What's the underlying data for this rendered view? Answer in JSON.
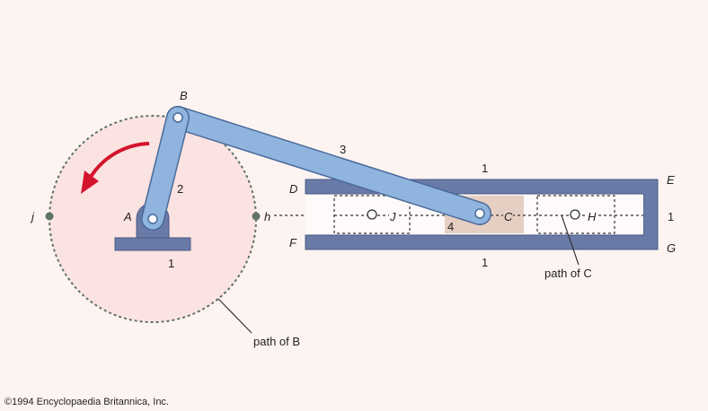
{
  "labels": {
    "B": "B",
    "A": "A",
    "C": "C",
    "D": "D",
    "E": "E",
    "F": "F",
    "G": "G",
    "H": "H",
    "J": "J",
    "h": "h",
    "j": "j",
    "link2": "2",
    "link3": "3",
    "link4": "4",
    "frame_base": "1",
    "frame_top": "1",
    "frame_right": "1",
    "frame_bottom": "1",
    "path_of_b": "path of B",
    "path_of_c": "path of C"
  },
  "copyright": "©1994 Encyclopaedia Britannica, Inc.",
  "colors": {
    "background": "#fdf4f2",
    "circle_fill": "#fbe3e1",
    "link": "#8fb4de",
    "frame": "#6a7aa6",
    "slider": "#e5cec2",
    "arrow": "#d4142c"
  }
}
